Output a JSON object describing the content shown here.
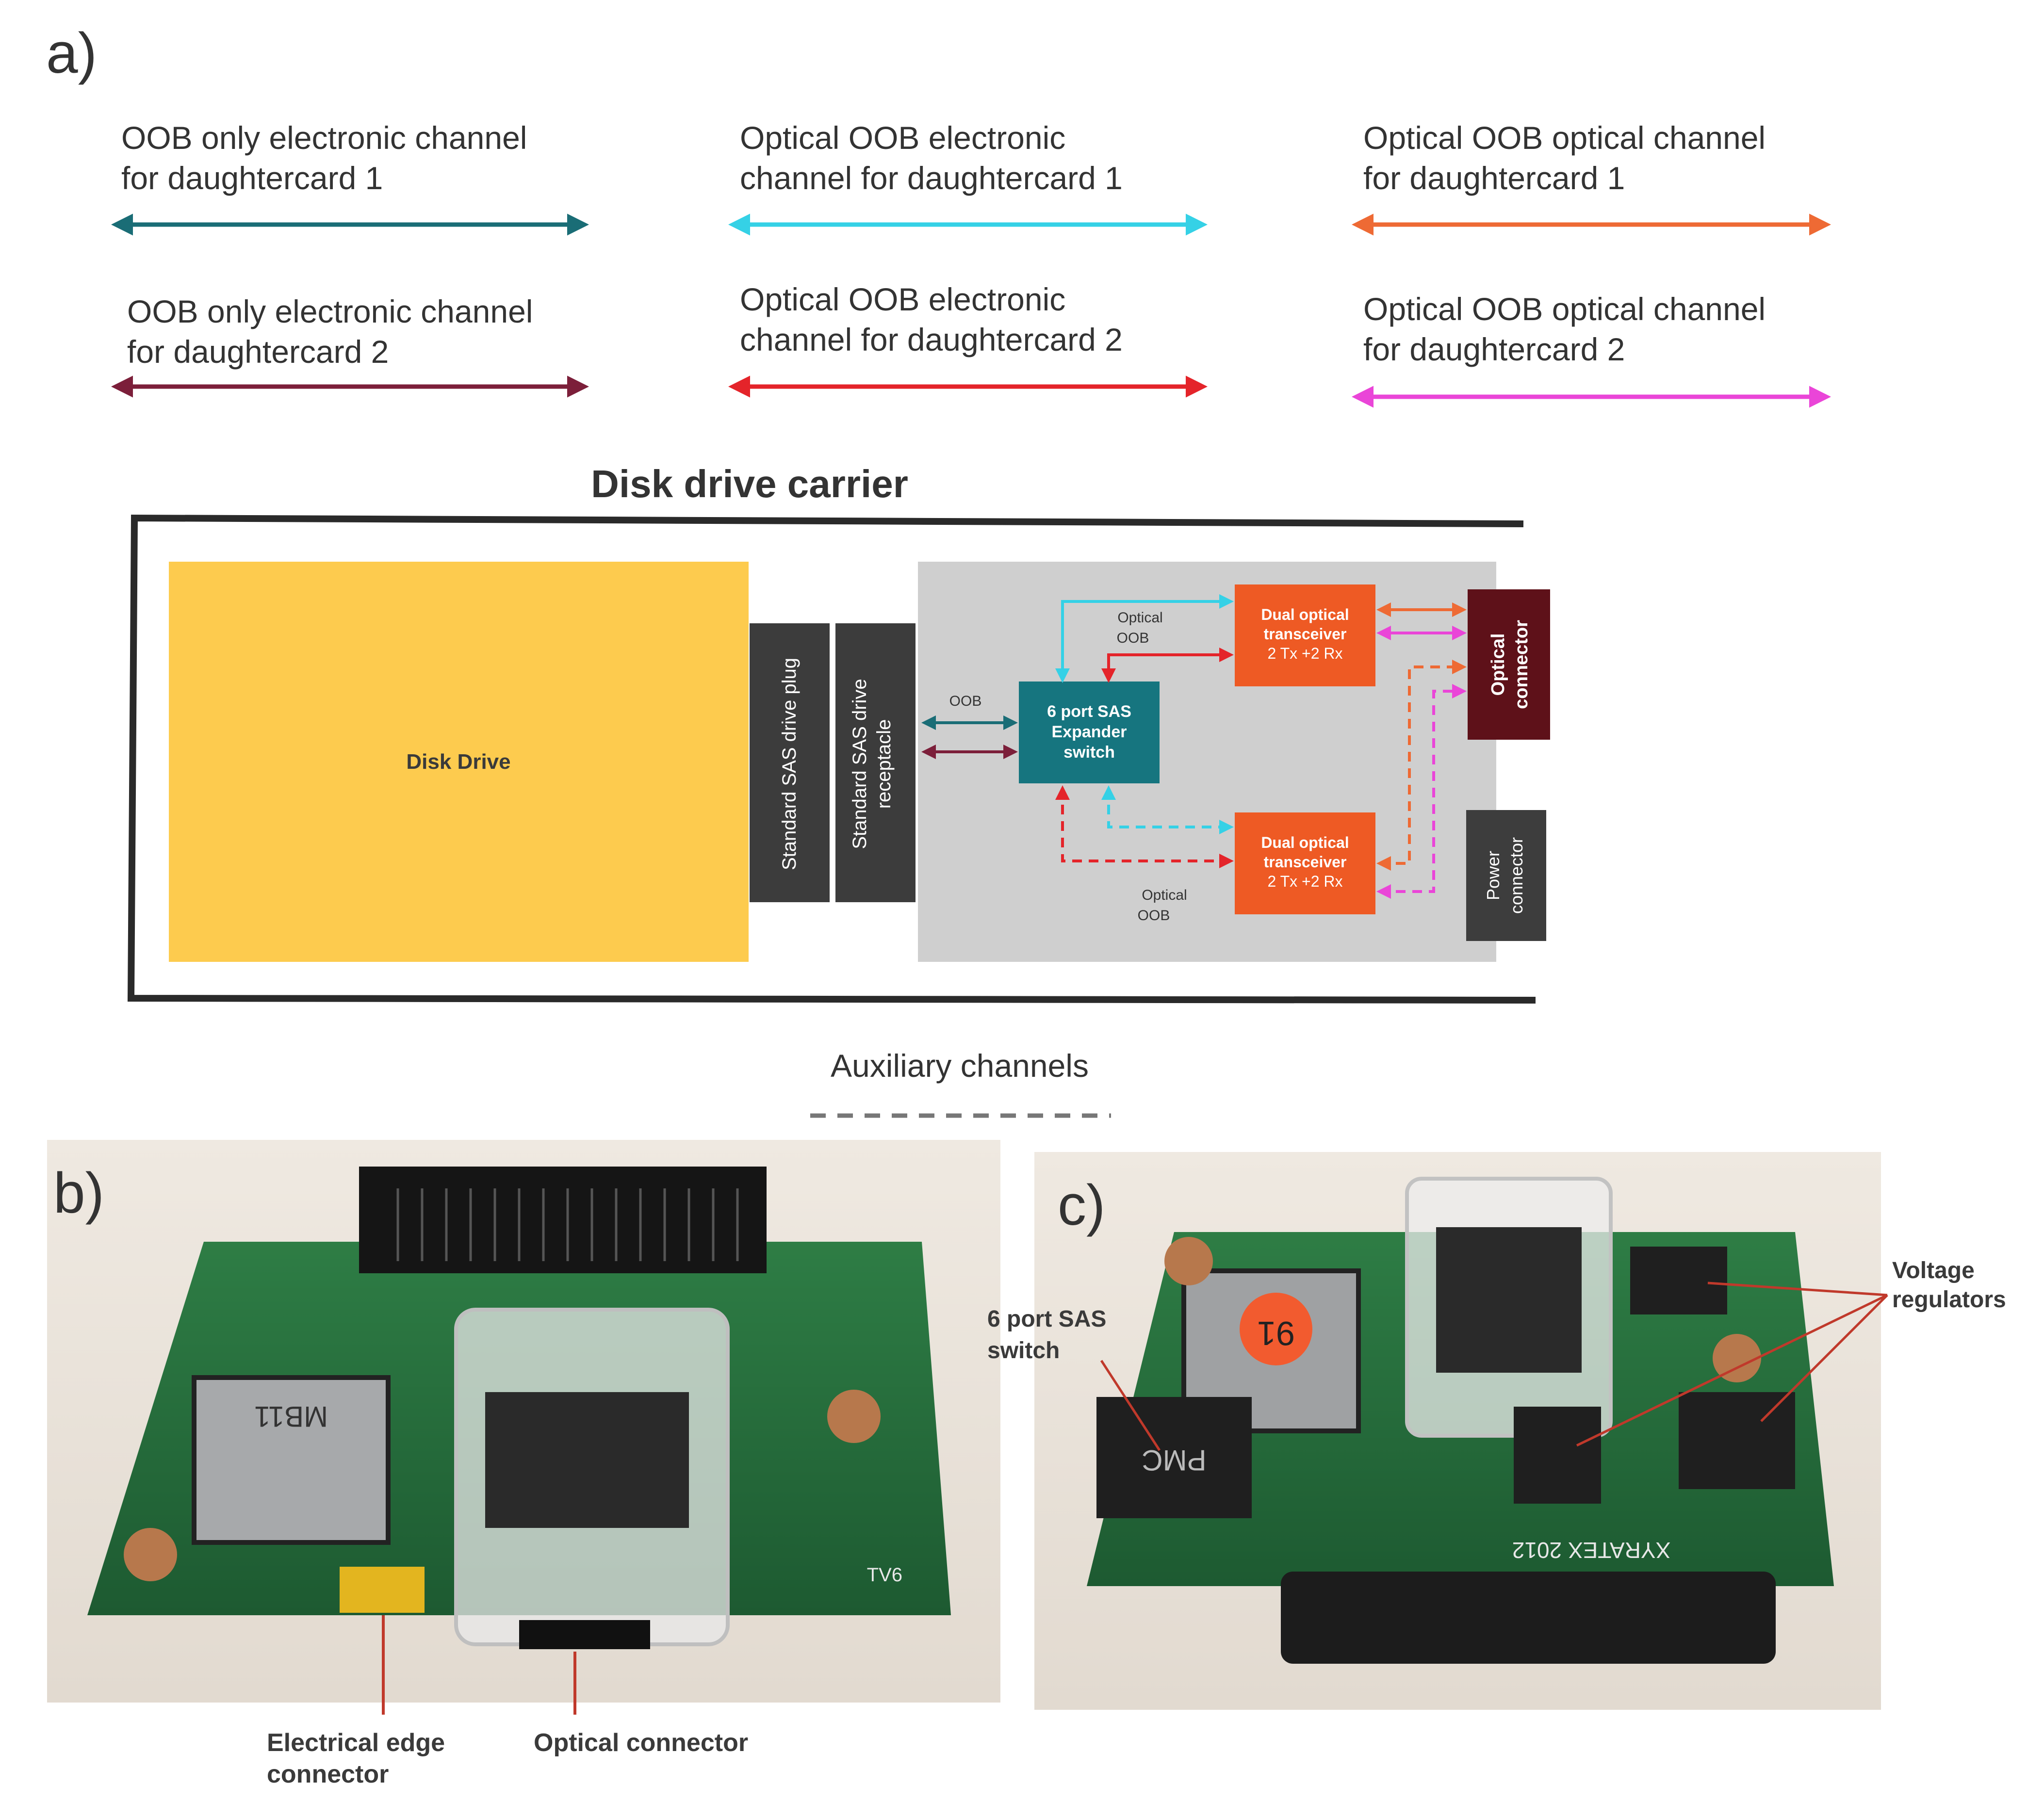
{
  "panel_labels": {
    "a": "a)",
    "b": "b)",
    "c": "c)"
  },
  "legend": [
    {
      "label_line1": "OOB only electronic channel",
      "label_line2": "for daughtercard 1",
      "color": "#1a6d76"
    },
    {
      "label_line1": "Optical OOB electronic",
      "label_line2": "channel for daughtercard 1",
      "color": "#35d1e6"
    },
    {
      "label_line1": "Optical OOB optical channel",
      "label_line2": "for daughtercard 1",
      "color": "#ee6a34"
    },
    {
      "label_line1": "OOB only electronic channel",
      "label_line2": "for daughtercard 2",
      "color": "#7c1f3a"
    },
    {
      "label_line1": "Optical OOB electronic",
      "label_line2": "channel for daughtercard 2",
      "color": "#e4242a"
    },
    {
      "label_line1": "Optical OOB optical channel",
      "label_line2": "for daughtercard 2",
      "color": "#ea45d8"
    }
  ],
  "diagram": {
    "title": "Disk drive carrier",
    "disk_drive": "Disk Drive",
    "sas_plug": "Standard SAS drive plug",
    "sas_receptacle_line1": "Standard SAS drive",
    "sas_receptacle_line2": "receptacle",
    "expander_line1": "6 port SAS",
    "expander_line2": "Expander",
    "expander_line3": "switch",
    "transceiver_line1": "Dual optical",
    "transceiver_line2": "transceiver",
    "transceiver_line3": "2 Tx +2 Rx",
    "optical_connector_line1": "Optical",
    "optical_connector_line2": "connector",
    "power_connector_line1": "Power",
    "power_connector_line2": "connector",
    "oob_label": "OOB",
    "optical_oob_line1": "Optical",
    "optical_oob_line2": "OOB",
    "colors": {
      "disk": "#fdcb4e",
      "sas_block": "#3c3c3c",
      "board": "#cfcfcf",
      "expander": "#16757f",
      "transceiver": "#ee5a24",
      "optical_connector": "#5e1119",
      "power_connector": "#3d3d3d"
    }
  },
  "aux_legend": {
    "label": "Auxiliary channels",
    "color": "#777777"
  },
  "photo_b": {
    "edge_label_line1": "Electrical edge",
    "edge_label_line2": "connector",
    "optical_label": "Optical connector",
    "chip_marking": "MB11",
    "pcb_marking": "TV6",
    "pointer_color": "#c0392b"
  },
  "photo_c": {
    "switch_label_line1": "6 port SAS",
    "switch_label_line2": "switch",
    "regulators_label_line1": "Voltage",
    "regulators_label_line2": "regulators",
    "sticker_number": "91",
    "chip_marking": "PMC",
    "board_marking": "XYRATEX 2012",
    "pointer_color": "#c0392b"
  }
}
